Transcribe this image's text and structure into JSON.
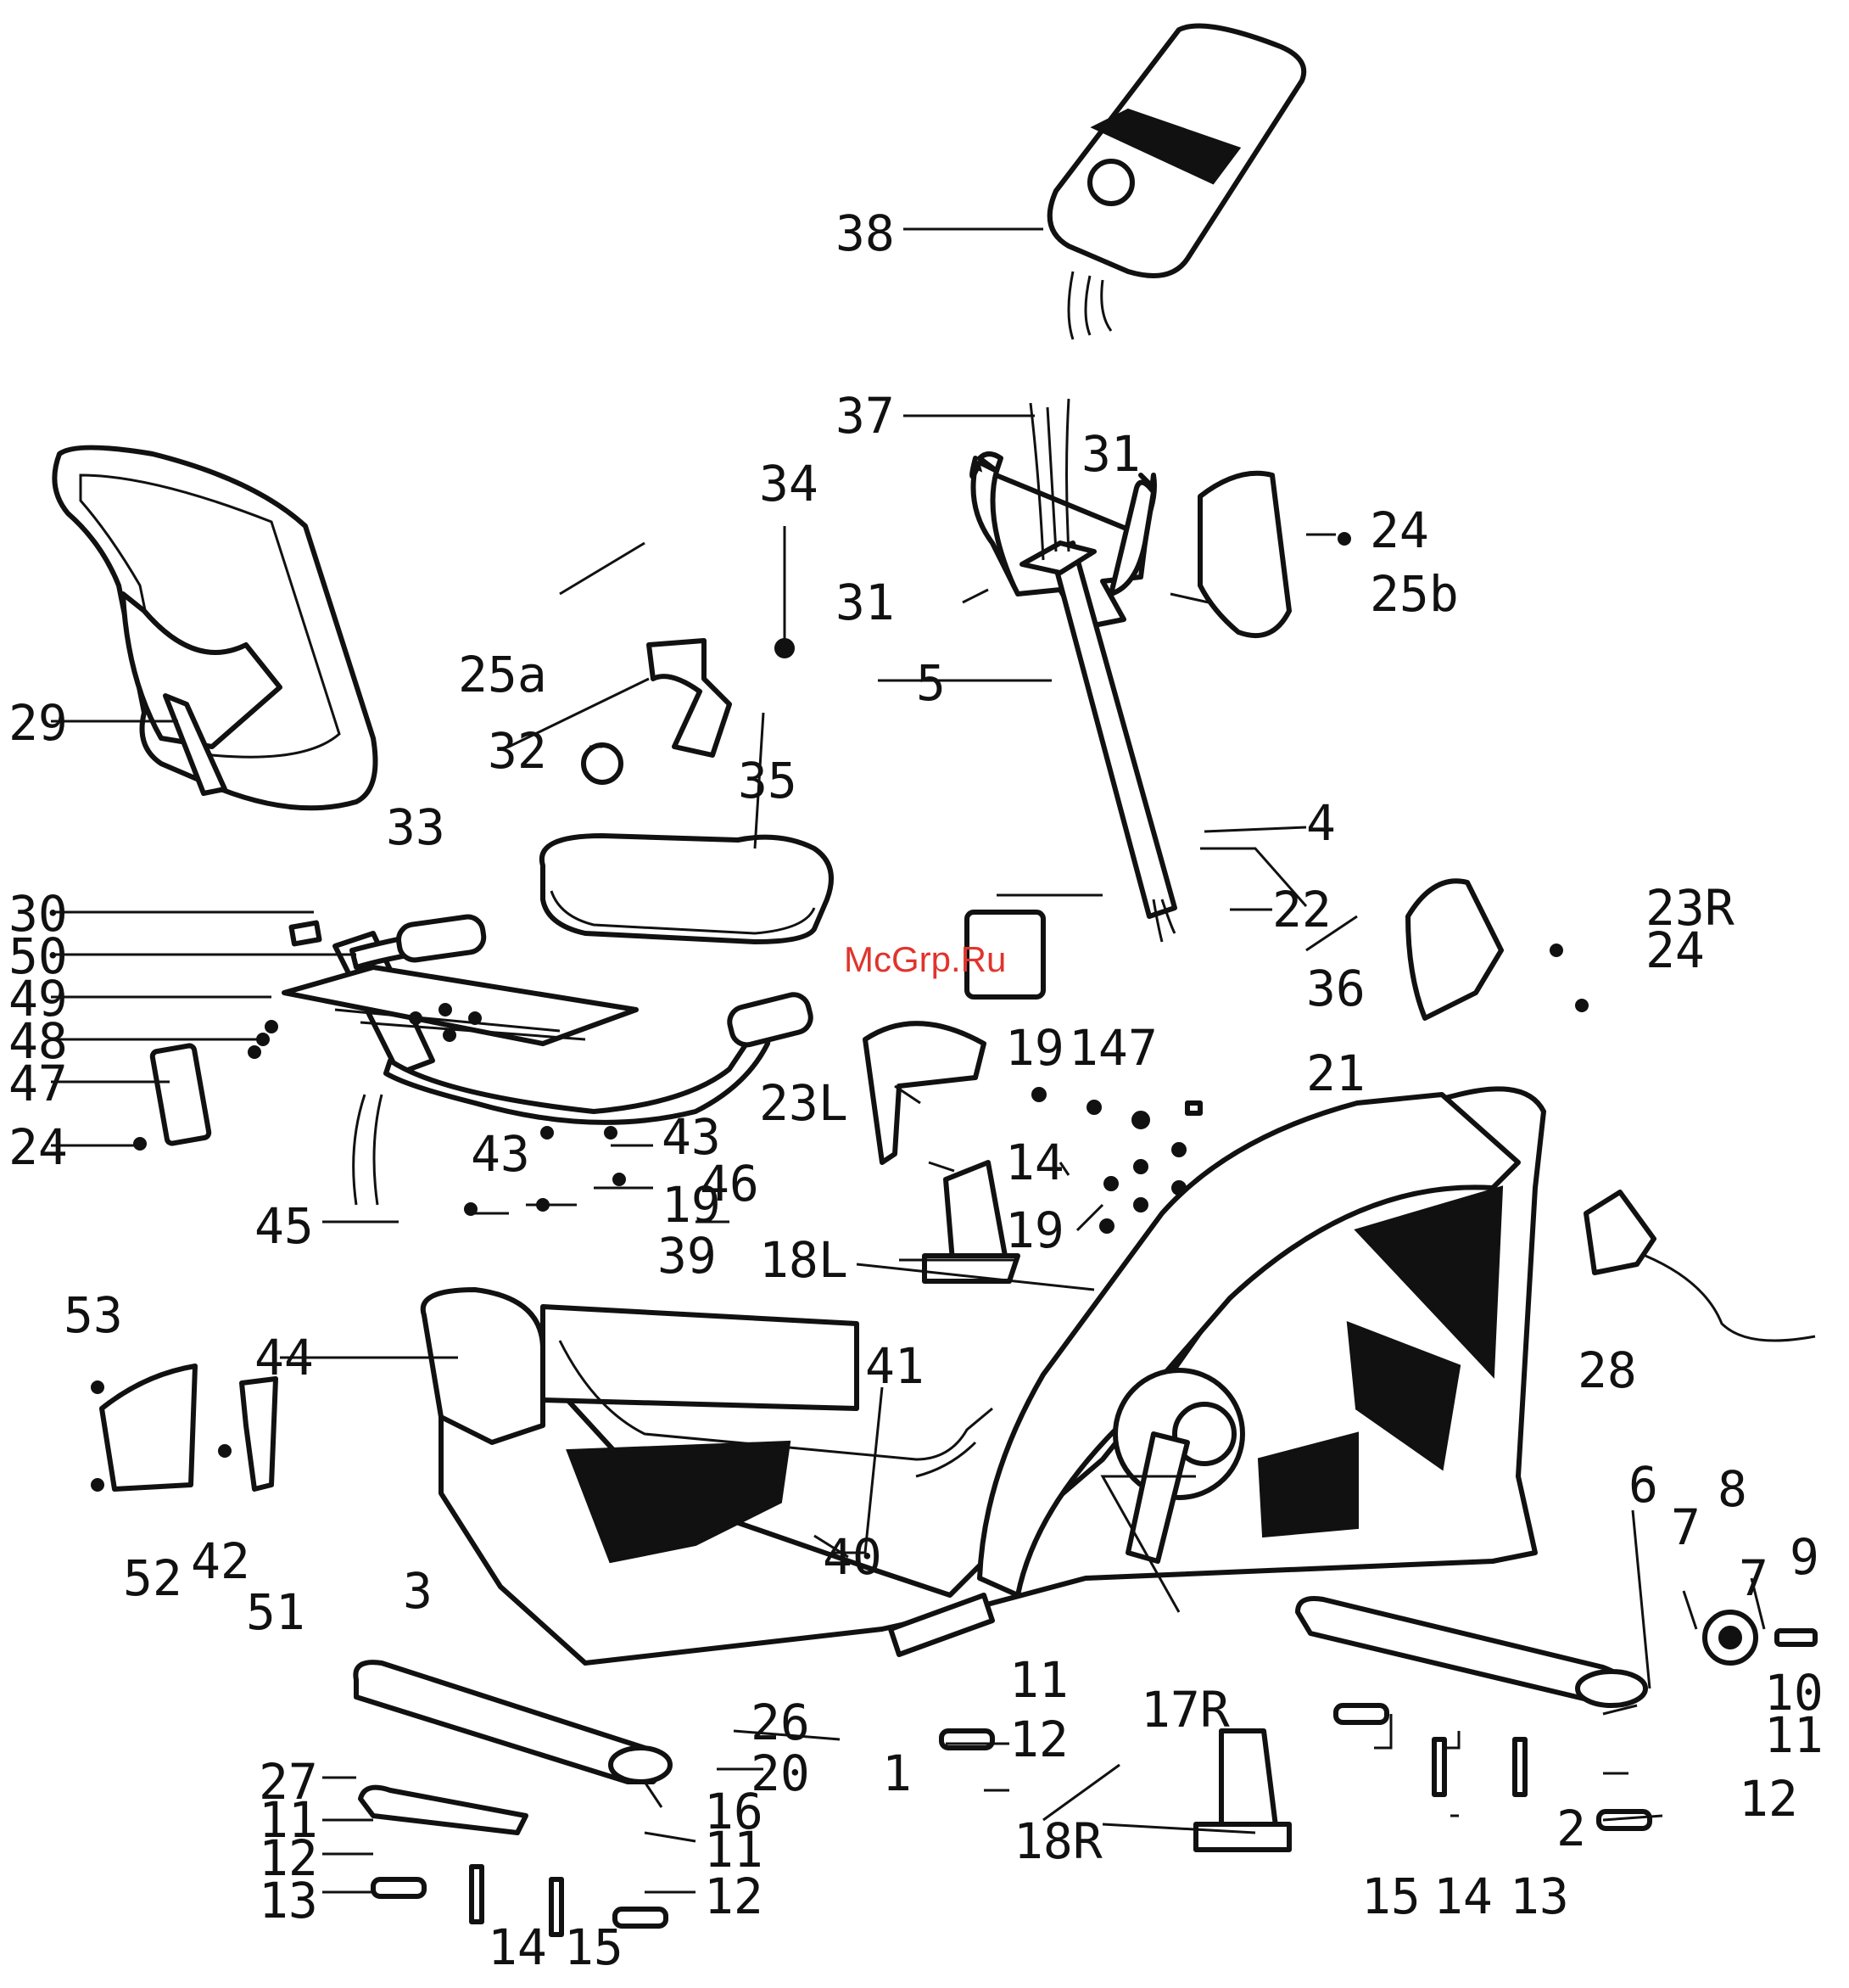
{
  "watermark": "McGrp.Ru",
  "labels": {
    "l38": "38",
    "l37": "37",
    "l31a": "31",
    "l31b": "31",
    "l34": "34",
    "l24a": "24",
    "l25b": "25b",
    "l25a": "25a",
    "l5": "5",
    "l29": "29",
    "l32": "32",
    "l35": "35",
    "l4": "4",
    "l33": "33",
    "l30": "30",
    "l50": "50",
    "l22": "22",
    "l23R": "23R",
    "l24b": "24",
    "l49": "49",
    "l36": "36",
    "l48": "48",
    "l19a": "19",
    "l14a": "14",
    "l7a": "7",
    "l47": "47",
    "l21": "21",
    "l23L": "23L",
    "l24c": "24",
    "l43a": "43",
    "l43b": "43",
    "l46": "46",
    "l14b": "14",
    "l19b": "19",
    "l19c": "19",
    "l45": "45",
    "l39": "39",
    "l18L": "18L",
    "l28": "28",
    "l53": "53",
    "l44": "44",
    "l41": "41",
    "l6": "6",
    "l7b": "7",
    "l8": "8",
    "l9": "9",
    "l7c": "7",
    "l40": "40",
    "l52": "52",
    "l42": "42",
    "l51": "51",
    "l3": "3",
    "l17R": "17R",
    "l11a": "11",
    "l10": "10",
    "l26": "26",
    "l12a": "12",
    "l11b": "11",
    "l27": "27",
    "l20": "20",
    "l1": "1",
    "l16": "16",
    "l11c": "11",
    "l12b": "12",
    "l18R": "18R",
    "l2": "2",
    "l11d": "11",
    "l12c": "12",
    "l13a": "13",
    "l12d": "12",
    "l15a": "15",
    "l14c": "14",
    "l13b": "13",
    "l14d": "14",
    "l15b": "15"
  }
}
